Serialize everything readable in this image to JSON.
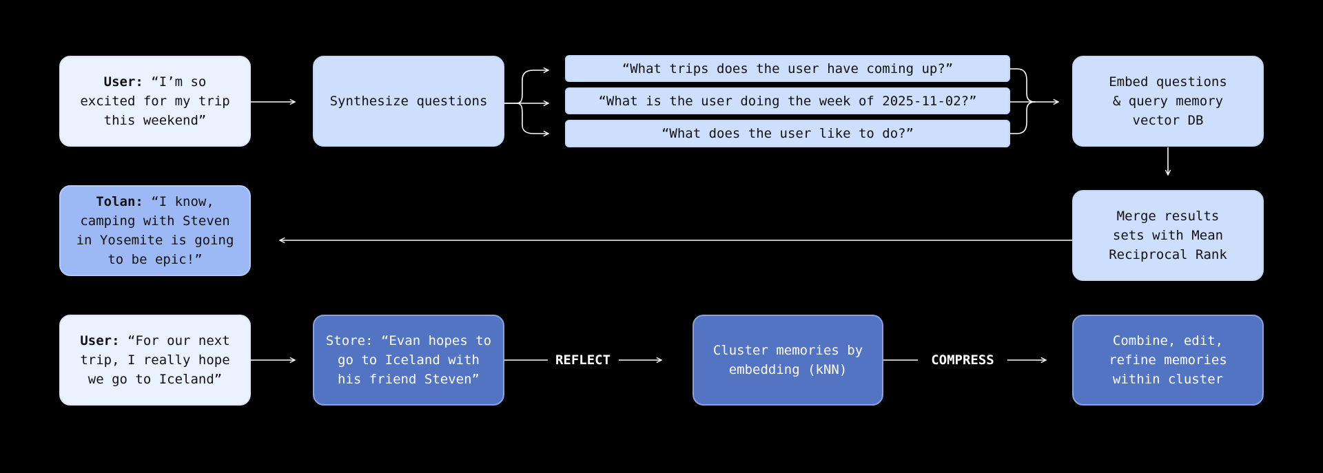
{
  "colors": {
    "background": "#000000",
    "lightest_box": "#eaf1ff",
    "light_box": "#cddffc",
    "medium_box": "#9db9f5",
    "dark_box": "#5274c2",
    "connector": "#ffffff"
  },
  "row1": {
    "user_message": {
      "speaker": "User:",
      "text": "“I’m so\nexcited for my trip\nthis weekend”"
    },
    "synthesize": "Synthesize questions",
    "questions": [
      "“What trips does the user have coming up?”",
      "“What is the user doing the week of 2025-11-02?”",
      "“What does the user like to do?”"
    ],
    "embed": "Embed questions\n& query memory\nvector DB"
  },
  "row2": {
    "tolan_response": {
      "speaker": "Tolan:",
      "text": "“I know,\ncamping with Steven\nin Yosemite is going\nto be epic!”"
    },
    "merge": "Merge results\nsets with Mean\nReciprocal Rank"
  },
  "row3": {
    "user_message": {
      "speaker": "User:",
      "text": "“For our next\ntrip, I really hope\nwe go to Iceland”"
    },
    "store": "Store: “Evan hopes to\ngo to Iceland with\nhis friend Steven”",
    "reflect_label": "REFLECT",
    "cluster": "Cluster memories by\nembedding (kNN)",
    "compress_label": "COMPRESS",
    "combine": "Combine, edit,\nrefine memories\nwithin cluster"
  }
}
